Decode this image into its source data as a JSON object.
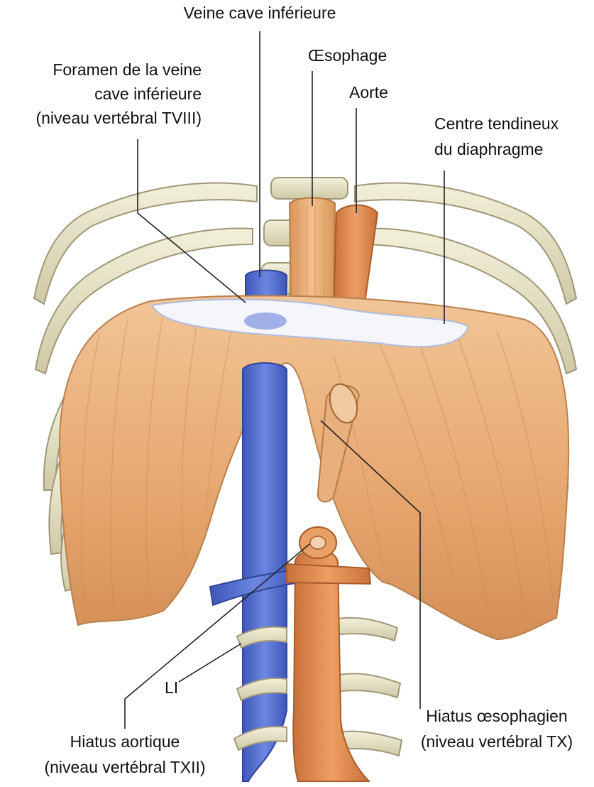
{
  "labels": {
    "veine_cave_inferieure": "Veine cave inférieure",
    "oesophage": "Œsophage",
    "aorte": "Aorte",
    "foramen_line1": "Foramen de la veine",
    "foramen_line2": "cave inférieure",
    "foramen_line3": "(niveau vertébral TVIII)",
    "centre_line1": "Centre tendineux",
    "centre_line2": "du diaphragme",
    "li": "LI",
    "hiatus_aortique_line1": "Hiatus aortique",
    "hiatus_aortique_line2": "(niveau vertébral TXII)",
    "hiatus_oeso_line1": "Hiatus œsophagien",
    "hiatus_oeso_line2": "(niveau vertébral TX)"
  },
  "colors": {
    "muscle": "#E6A56E",
    "muscle_dark": "#C9834D",
    "muscle_light": "#F0C294",
    "vein": "#5B74D6",
    "vein_dark": "#3B52B0",
    "artery": "#E08A4C",
    "esophagus": "#EBAE74",
    "bone": "#E9E4C6",
    "bone_dark": "#B9B394",
    "tendon": "#F2F4FA",
    "tendon_edge": "#B9C4E6"
  }
}
